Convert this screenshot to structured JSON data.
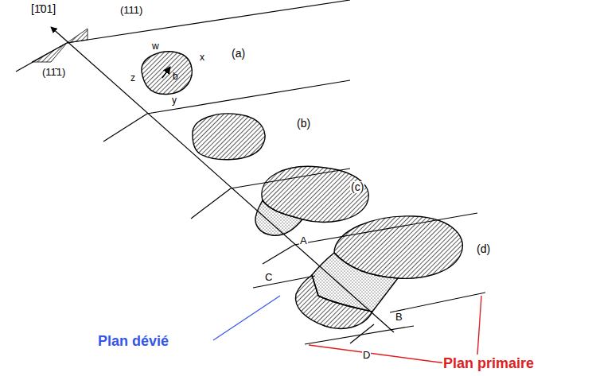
{
  "diagram": {
    "labels": [
      "[1̄01]",
      "(111)",
      "(11̄1)",
      "w",
      "x",
      "z",
      "b",
      "y",
      "(a)",
      "(b)",
      "(c)",
      "(d)",
      "A",
      "C",
      "B",
      "D",
      "Plan dévié",
      "Plan primaire"
    ]
  }
}
